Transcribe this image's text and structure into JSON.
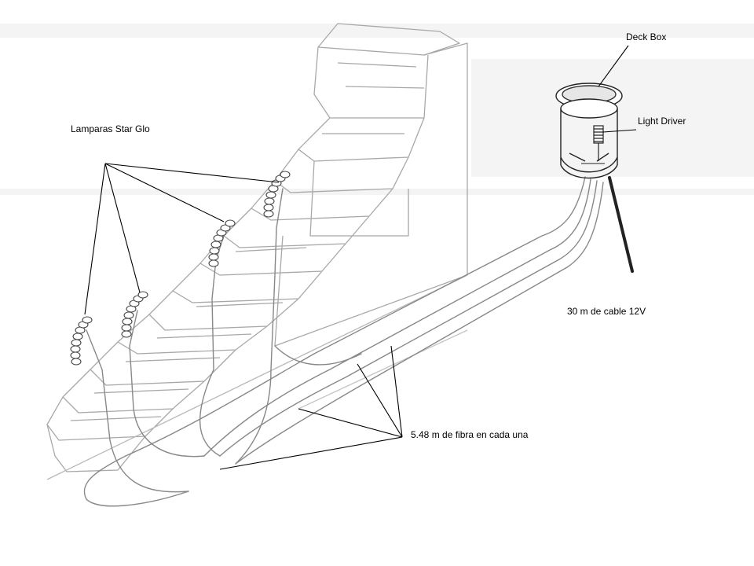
{
  "labels": {
    "deck_box": "Deck Box",
    "light_driver": "Light Driver",
    "lamps": "Lamparas Star Glo",
    "cable": "30 m de cable 12V",
    "fiber": "5.48 m de fibra en cada una"
  },
  "colors": {
    "stairs_line": "#9a9a9a",
    "fiber_line": "#7a7a7a",
    "callout_line": "#000000",
    "cable": "#222222",
    "scan_bands": "#f2f2f2"
  }
}
